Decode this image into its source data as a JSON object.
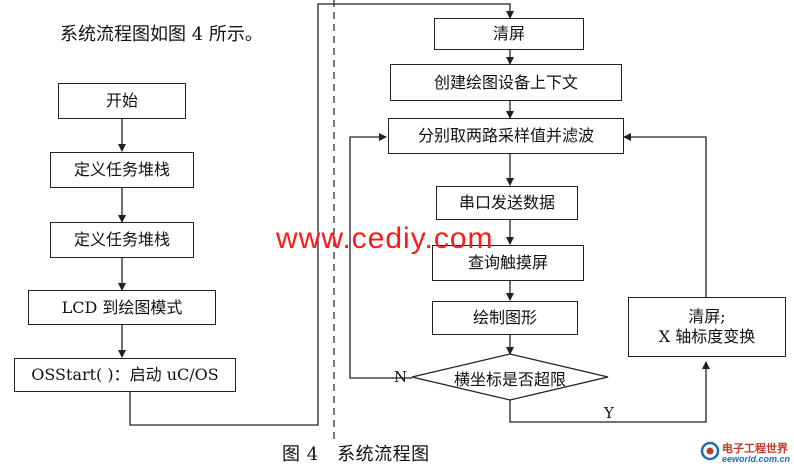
{
  "intro_text": "系统流程图如图 4 所示。",
  "caption": "图 4　系统流程图",
  "watermark": "www.cediy.com",
  "logo": {
    "line1": "电子工程世界",
    "line2": "eeworld.com.cn"
  },
  "left_flow": [
    "开始",
    "定义任务堆栈",
    "定义任务堆栈",
    "LCD 到绘图模式",
    "OSStart( )：启动 uC/OS"
  ],
  "right_flow": {
    "clear_screen": "清屏",
    "create_context": "创建绘图设备上下文",
    "sample_filter": "分别取两路采样值并滤波",
    "serial_send": "串口发送数据",
    "query_touch": "查询触摸屏",
    "draw_shape": "绘制图形",
    "decision": "横坐标是否超限",
    "reset_line1": "清屏;",
    "reset_line2": "X 轴标度变换"
  },
  "labels": {
    "no": "N",
    "yes": "Y"
  },
  "colors": {
    "line": "#222222",
    "watermark": "#ff1a1a"
  }
}
